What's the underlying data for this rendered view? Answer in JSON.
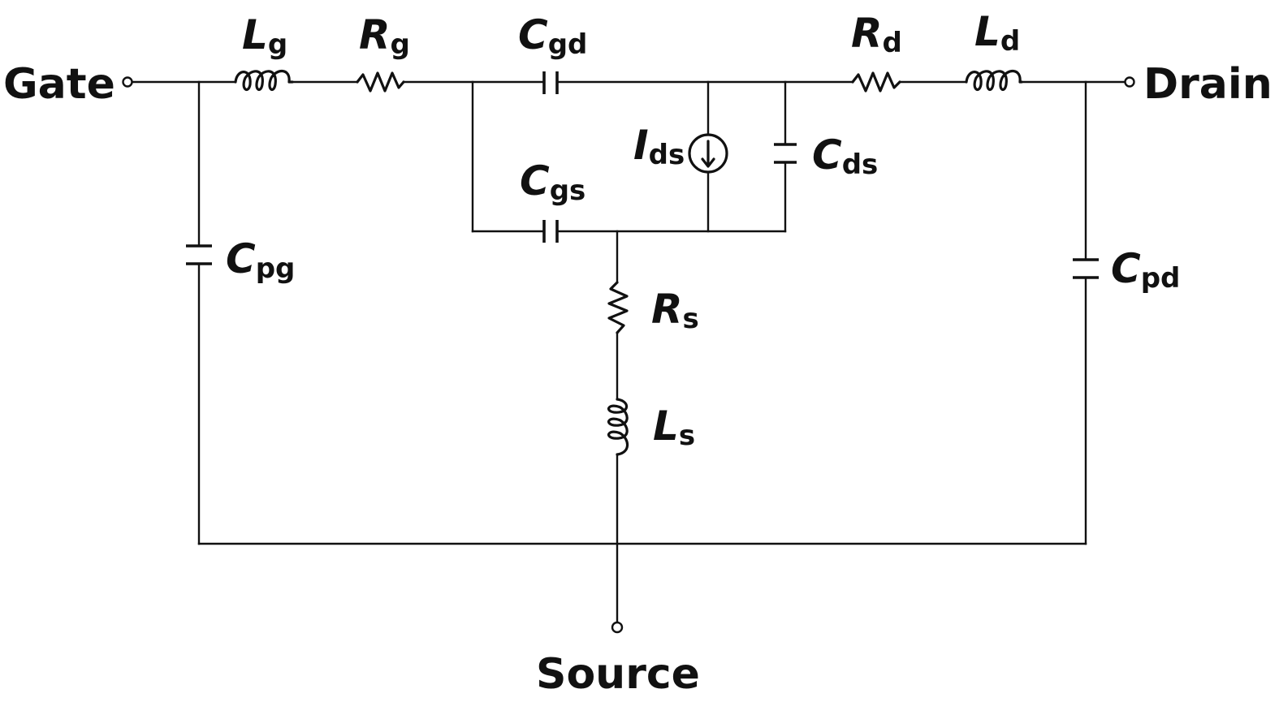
{
  "terminals": {
    "gate": "Gate",
    "drain": "Drain",
    "source": "Source"
  },
  "components": {
    "Lg": {
      "main": "L",
      "sub": "g"
    },
    "Rg": {
      "main": "R",
      "sub": "g"
    },
    "Cgd": {
      "main": "C",
      "sub": "gd"
    },
    "Rd": {
      "main": "R",
      "sub": "d"
    },
    "Ld": {
      "main": "L",
      "sub": "d"
    },
    "Ids": {
      "main": "I",
      "sub": "ds"
    },
    "Cds": {
      "main": "C",
      "sub": "ds"
    },
    "Cgs": {
      "main": "C",
      "sub": "gs"
    },
    "Cpg": {
      "main": "C",
      "sub": "pg"
    },
    "Cpd": {
      "main": "C",
      "sub": "pd"
    },
    "Rs": {
      "main": "R",
      "sub": "s"
    },
    "Ls": {
      "main": "L",
      "sub": "s"
    }
  }
}
